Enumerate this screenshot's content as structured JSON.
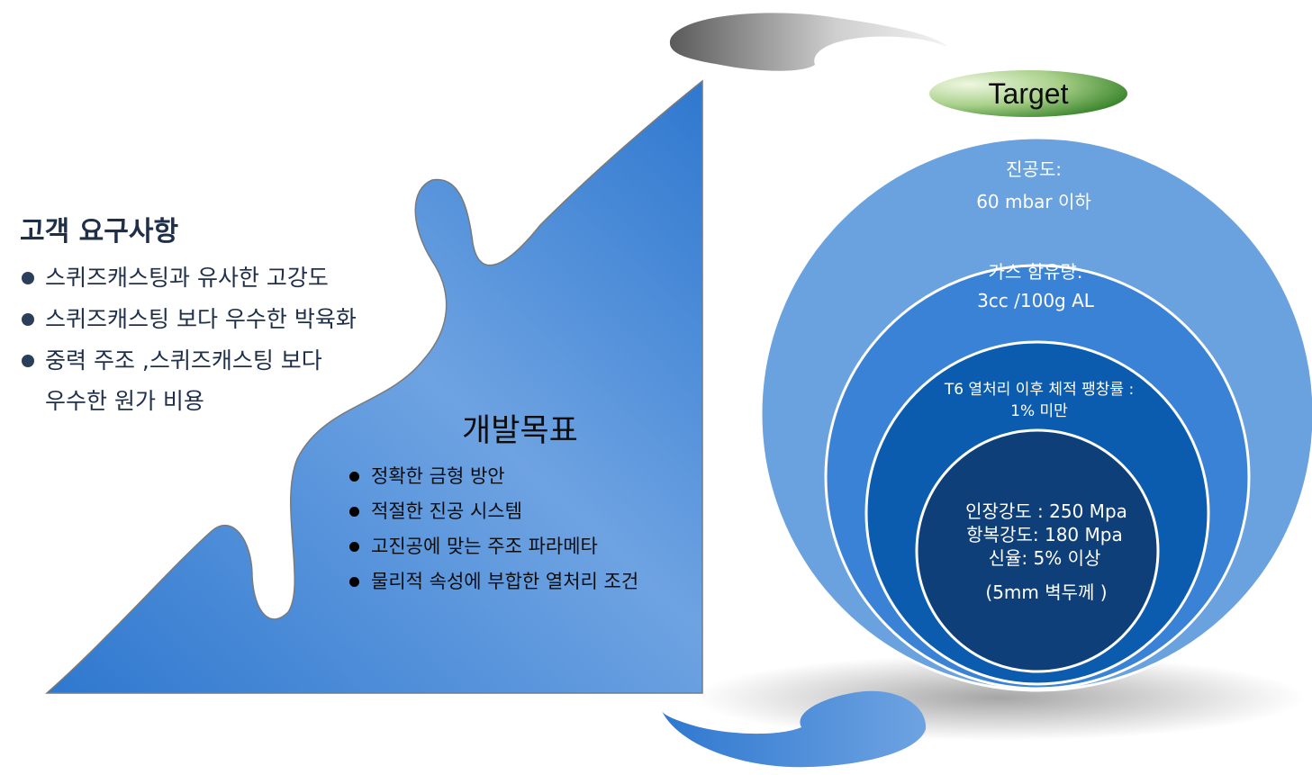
{
  "customer_requirements": {
    "title": "고객 요구사항",
    "items": [
      "스퀴즈캐스팅과 유사한 고강도",
      "스퀴즈캐스팅 보다 우수한 박육화",
      "중력 주조 ,스퀴즈캐스팅 보다"
    ],
    "continuation": "우수한 원가 비용"
  },
  "development_goals": {
    "title": "개발목표",
    "items": [
      "정확한 금형 방안",
      "적절한 진공 시스템",
      "고진공에 맞는 주조 파라메타",
      "물리적 속성에 부합한 열처리 조건"
    ]
  },
  "target": {
    "label": "Target",
    "rings": [
      {
        "line1": "진공도:",
        "line2": "60 mbar 이하",
        "color": "#6aa1df"
      },
      {
        "line1": "가스 함유량:",
        "line2": "3cc /100g AL",
        "color": "#3a82d6"
      },
      {
        "line1": "T6 열처리 이후 체적 팽창률 :",
        "line2": "1% 미만",
        "color": "#0b5cae"
      },
      {
        "line1": "인장강도 : 250 Mpa",
        "line2": "항복강도: 180 Mpa",
        "line3": "신율: 5% 이상",
        "line4": "(5mm 벽두께 )",
        "color": "#0e3f78"
      }
    ]
  },
  "colors": {
    "wave_light": "#6ea3e2",
    "wave_dark": "#2f78cf",
    "target_green_light": "#e8f4d6",
    "target_green_dark": "#2f7d22",
    "text_dark": "#1f2f4a"
  }
}
